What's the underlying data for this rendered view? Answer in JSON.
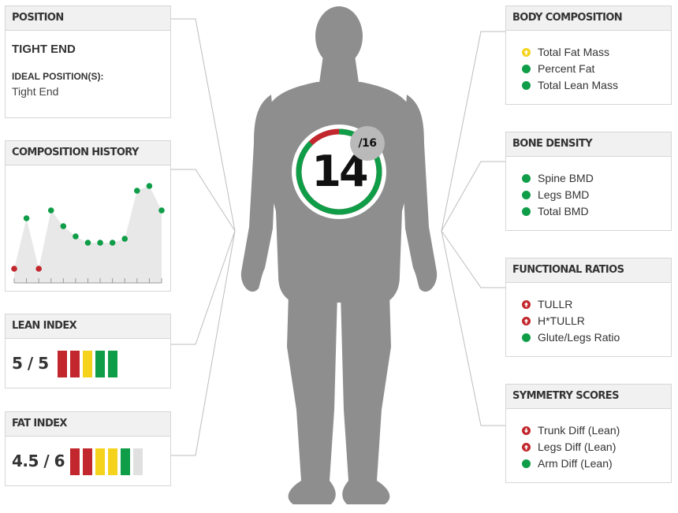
{
  "colors": {
    "red": "#c1272d",
    "green": "#0f9d48",
    "yellow": "#f5d31c",
    "gray": "#e0e0e0",
    "body": "#8e8e8e"
  },
  "position": {
    "header": "POSITION",
    "title": "TIGHT END",
    "ideal_label": "IDEAL POSITION(S):",
    "ideal_value": "Tight End"
  },
  "composition_history": {
    "header": "COMPOSITION HISTORY",
    "chart_data": {
      "type": "area",
      "x": [
        1,
        2,
        3,
        4,
        5,
        6,
        7,
        8,
        9,
        10,
        11,
        12,
        13
      ],
      "values": [
        0.18,
        0.82,
        0.18,
        0.92,
        0.72,
        0.59,
        0.51,
        0.51,
        0.51,
        0.56,
        1.17,
        1.23,
        0.92
      ],
      "point_status": [
        "red",
        "green",
        "red",
        "green",
        "green",
        "green",
        "green",
        "green",
        "green",
        "green",
        "green",
        "green",
        "green"
      ],
      "ylim": [
        0,
        1.3
      ]
    }
  },
  "lean_index": {
    "header": "LEAN INDEX",
    "score": "5 / 5",
    "bars": [
      "red",
      "red",
      "yellow",
      "green",
      "green"
    ]
  },
  "fat_index": {
    "header": "FAT INDEX",
    "score": "4.5 / 6",
    "bars": [
      "red",
      "red",
      "yellow",
      "yellow",
      "green",
      "gray"
    ]
  },
  "center_score": {
    "value": "14",
    "max": "/16",
    "fraction": 0.875
  },
  "body_composition": {
    "header": "BODY COMPOSITION",
    "items": [
      {
        "label": "Total Fat Mass",
        "status": "warning-up"
      },
      {
        "label": "Percent Fat",
        "status": "ok"
      },
      {
        "label": "Total Lean Mass",
        "status": "ok"
      }
    ]
  },
  "bone_density": {
    "header": "BONE DENSITY",
    "items": [
      {
        "label": "Spine BMD",
        "status": "ok"
      },
      {
        "label": "Legs BMD",
        "status": "ok"
      },
      {
        "label": "Total BMD",
        "status": "ok"
      }
    ]
  },
  "functional_ratios": {
    "header": "FUNCTIONAL RATIOS",
    "items": [
      {
        "label": "TULLR",
        "status": "alert-up"
      },
      {
        "label": "H*TULLR",
        "status": "alert-up"
      },
      {
        "label": "Glute/Legs Ratio",
        "status": "ok"
      }
    ]
  },
  "symmetry_scores": {
    "header": "SYMMETRY SCORES",
    "items": [
      {
        "label": "Trunk Diff (Lean)",
        "status": "alert-down"
      },
      {
        "label": "Legs Diff (Lean)",
        "status": "alert-up"
      },
      {
        "label": "Arm Diff (Lean)",
        "status": "ok"
      }
    ]
  }
}
